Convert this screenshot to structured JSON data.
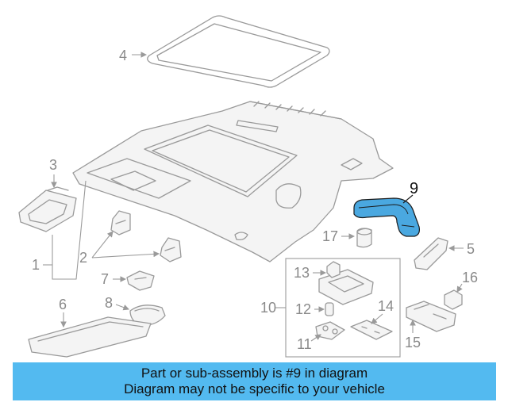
{
  "callouts": {
    "c1": "1",
    "c2": "2",
    "c3": "3",
    "c4": "4",
    "c5": "5",
    "c6": "6",
    "c7": "7",
    "c8": "8",
    "c9": "9",
    "c10": "10",
    "c11": "11",
    "c12": "12",
    "c13": "13",
    "c14": "14",
    "c15": "15",
    "c16": "16",
    "c17": "17"
  },
  "highlighted_part": "9",
  "colors": {
    "highlight_part": "#4aa8e0",
    "banner": "#53baf0",
    "line_art": "#9a9a9a"
  },
  "banner": {
    "line1": "Part or sub-assembly is #9 in diagram",
    "line2": "Diagram may not be specific to your vehicle"
  }
}
